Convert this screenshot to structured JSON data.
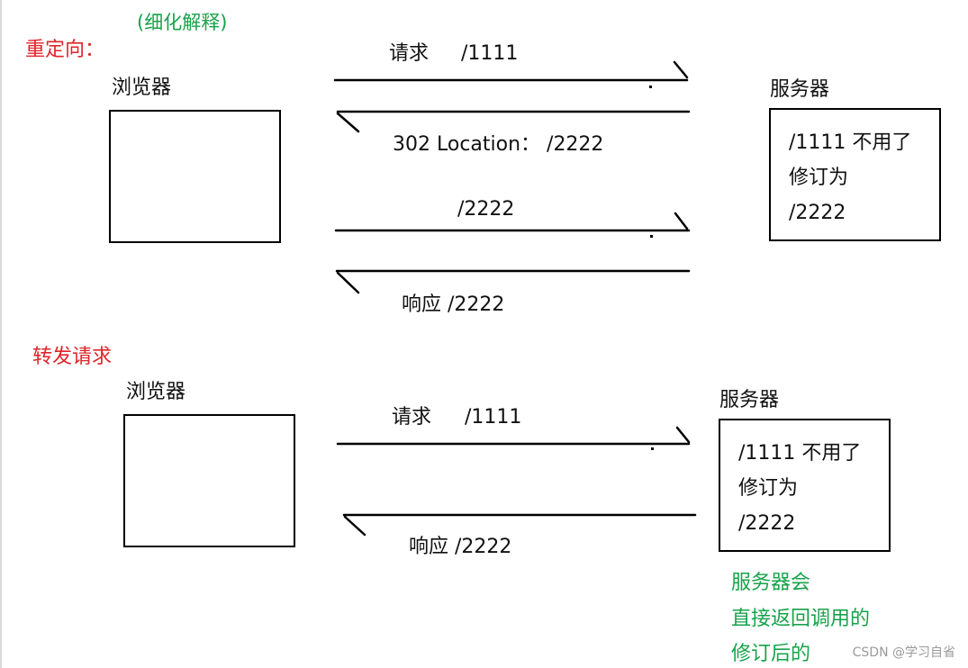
{
  "top_note": "(细化解释)",
  "redirect": {
    "title": "重定向：",
    "browser_label": "浏览器",
    "server_label": "服务器",
    "server_text": [
      "/1111 不用了",
      "修订为",
      "/2222"
    ],
    "arrows": [
      {
        "label_a": "请求",
        "label_b": "/1111",
        "direction": "right"
      },
      {
        "label": "302 Location： /2222",
        "direction": "left"
      },
      {
        "label": "/2222",
        "direction": "right"
      },
      {
        "label": "响应  /2222",
        "direction": "left"
      }
    ]
  },
  "forward": {
    "title": "转发请求",
    "browser_label": "浏览器",
    "server_label": "服务器",
    "server_text": [
      "/1111 不用了",
      "修订为",
      "/2222"
    ],
    "arrows": [
      {
        "label_a": "请求",
        "label_b": "/1111",
        "direction": "right"
      },
      {
        "label": "响应  /2222",
        "direction": "left"
      }
    ],
    "note": [
      "服务器会",
      "直接返回调用的",
      "修订后的"
    ]
  },
  "watermark": "CSDN @学习自省"
}
